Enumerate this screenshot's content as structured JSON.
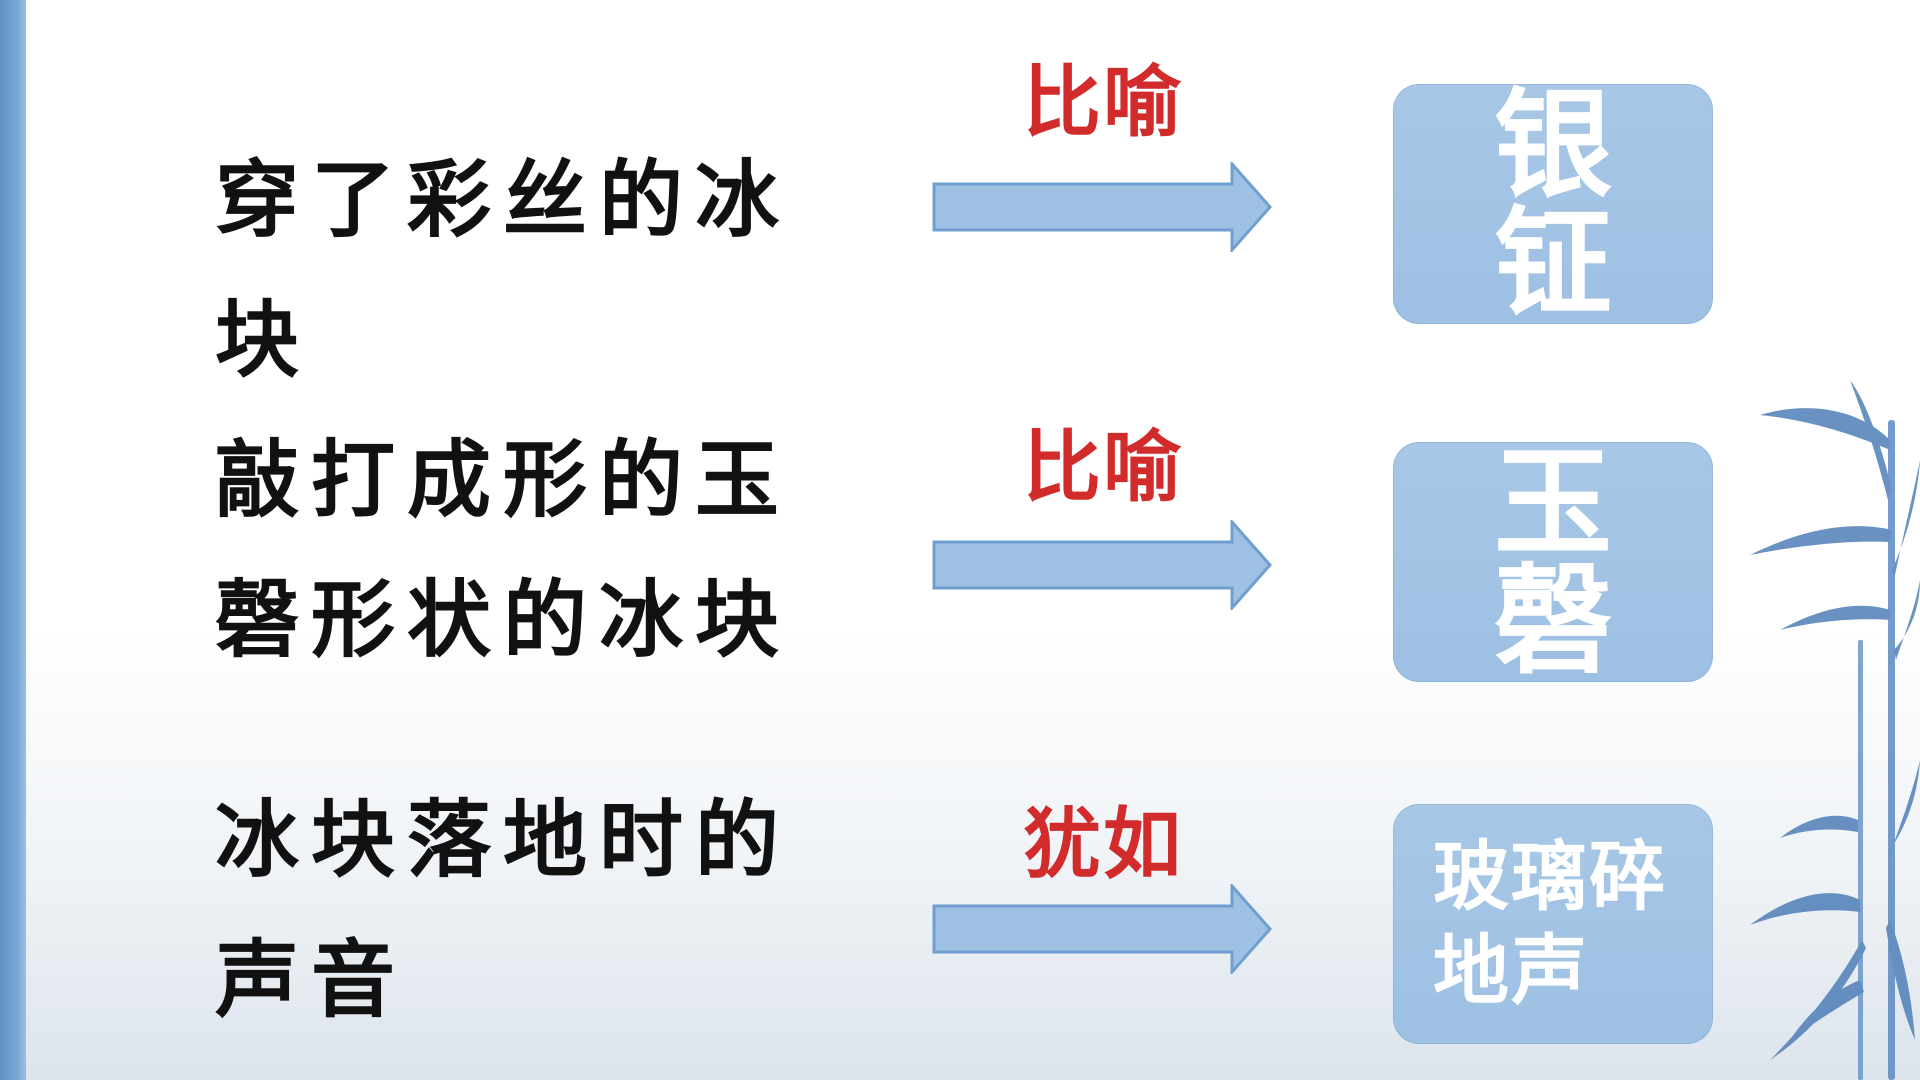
{
  "slide": {
    "rows": [
      {
        "phrase": "穿了彩丝的冰块",
        "figure": "比喻",
        "answer": "银 钲"
      },
      {
        "phrase": "敲打成形的玉磬形状的冰块",
        "figure": "比喻",
        "answer": "玉 磬"
      },
      {
        "phrase": "冰块落地时的声音",
        "figure": "犹如",
        "answer": "玻璃碎地声"
      }
    ],
    "colors": {
      "figure_text": "#d12b2b",
      "arrow_fill": "#9dc0e3",
      "arrow_stroke": "#6f9fcf",
      "box_fill": "#a8c7e6",
      "side_bar": "#6a9ccc",
      "bamboo": "#4f7fb8"
    },
    "decoration": {
      "bamboo": "bamboo-leaves-icon"
    }
  }
}
